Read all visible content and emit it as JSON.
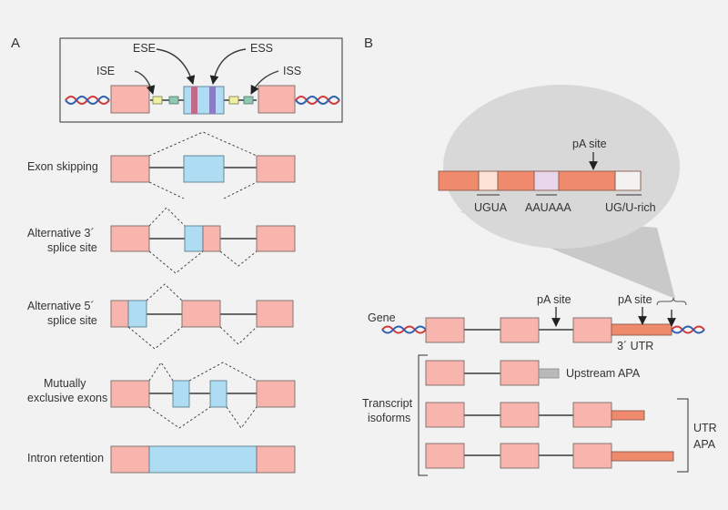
{
  "panels": {
    "a": "A",
    "b": "B"
  },
  "inset_labels": {
    "ise": "ISE",
    "ese": "ESE",
    "ess": "ESS",
    "iss": "ISS"
  },
  "events": {
    "exon_skipping": "Exon skipping",
    "alt3_line1": "Alternative 3´",
    "alt3_line2": "splice site",
    "alt5_line1": "Alternative 5´",
    "alt5_line2": "splice site",
    "mutex_line1": "Mutually",
    "mutex_line2": "exclusive exons",
    "intron_retention": "Intron retention"
  },
  "zoom": {
    "pa_site": "pA site",
    "ugua": "UGUA",
    "aauaaa": "AAUAAA",
    "ug_rich": "UG/U-rich"
  },
  "gene": {
    "label": "Gene",
    "pa_site_1": "pA site",
    "pa_site_2": "pA site",
    "utr_label": "3´ UTR"
  },
  "isoforms": {
    "upstream_apa": "Upstream APA",
    "transcript_line1": "Transcript",
    "transcript_line2": "isoforms",
    "utr_apa_line1": "UTR",
    "utr_apa_line2": "APA"
  },
  "colors": {
    "exon": "#f7b5ae",
    "alternative_exon": "#aedcf3",
    "utr": "#f08a6c",
    "zoom_bubble": "#d8d8d8",
    "ese_band": "#c06b8a",
    "ess_band": "#8a7bc4",
    "ise_box": "#eef0a0",
    "iss_box": "#8fc7b0"
  }
}
